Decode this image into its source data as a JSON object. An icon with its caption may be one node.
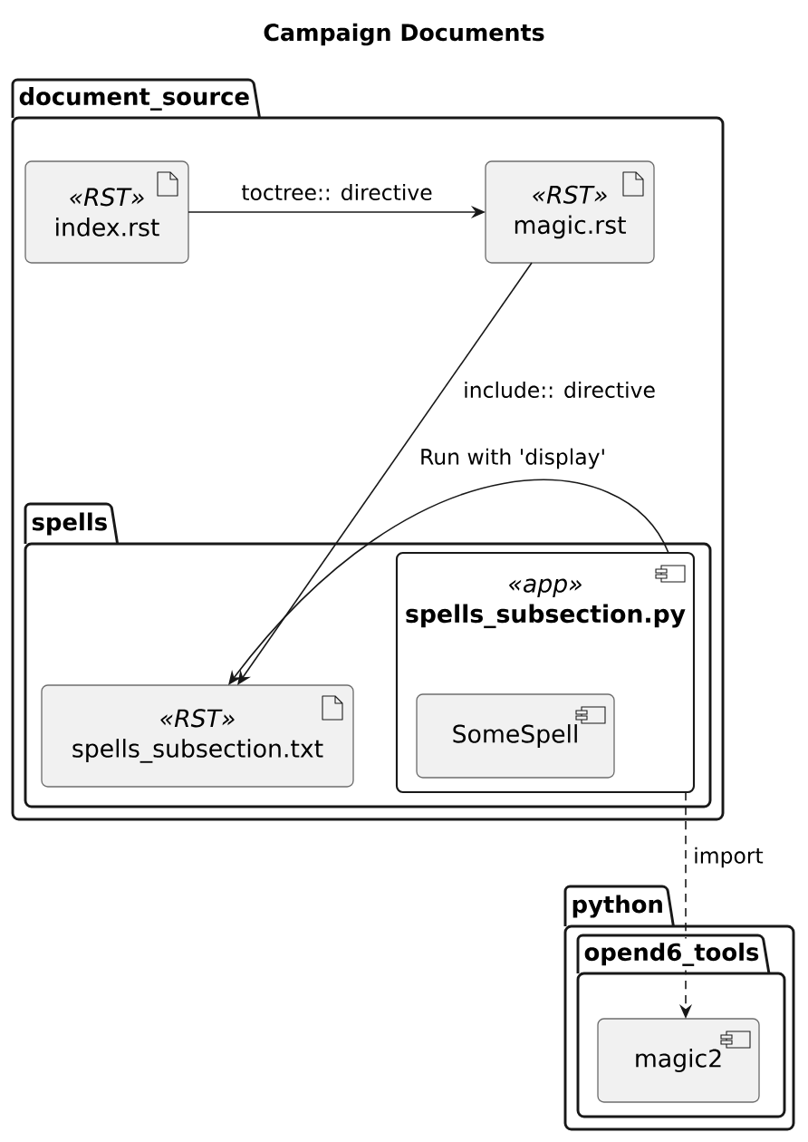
{
  "diagram": {
    "title": "Campaign Documents",
    "nodes": [
      {
        "text": [
          "document_source"
        ]
      },
      {
        "text": [
          "«RST»",
          "index.rst"
        ],
        "in": 0
      },
      {
        "text": [
          "«RST»",
          "magic.rst"
        ],
        "in": 0
      },
      {
        "text": [
          "spells"
        ],
        "in": 0
      },
      {
        "text": [
          "«RST»",
          "spells_subsection.txt"
        ],
        "in": 3
      },
      {
        "text": [
          "«app»",
          "spells_subsection.py"
        ],
        "in": 3
      },
      {
        "text": [
          "SomeSpell"
        ],
        "in": 5
      },
      {
        "text": [
          "python"
        ]
      },
      {
        "text": [
          "opend6_tools"
        ],
        "in": 7
      },
      {
        "text": [
          "magic2"
        ],
        "in": 8
      }
    ],
    "edges": [
      {
        "from": 1,
        "to": 2,
        "arrow": "to",
        "label": "toctree:: directive"
      },
      {
        "from": 2,
        "to": 4,
        "arrow": "to",
        "label": "include:: directive"
      },
      {
        "from": 5,
        "to": 4,
        "arrow": "to",
        "label": "Run with 'display'"
      },
      {
        "from": 5,
        "to": 9,
        "arrow": "to",
        "label": "import",
        "style": "dashed"
      }
    ]
  }
}
